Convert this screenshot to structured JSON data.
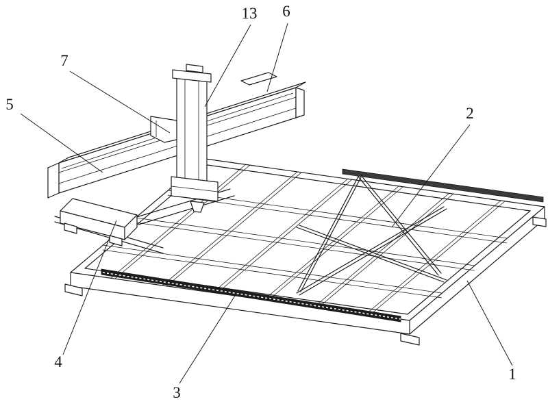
{
  "figure": {
    "type": "patent-line-drawing",
    "subject": "gantry machining center on rectangular welded frame table",
    "colors": {
      "background": "#ffffff",
      "line": "#1a1a1a",
      "guide_rail": "#1c1c1c",
      "edge_strip": "#3a3a3a"
    },
    "callouts": {
      "n1": "1",
      "n2": "2",
      "n3": "3",
      "n4": "4",
      "n5": "5",
      "n6": "6",
      "n7": "7",
      "n13": "13"
    }
  }
}
